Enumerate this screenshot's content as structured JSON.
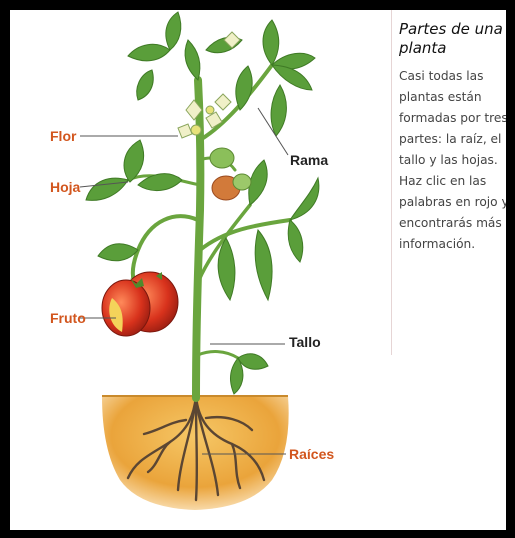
{
  "sidebar": {
    "title": "Partes de una planta",
    "description": "Casi todas las plantas están formadas por tres partes: la raíz, el tallo y las hojas. Haz clic en las palabras en rojo y encontrarás más información."
  },
  "labels": {
    "flor": "Flor",
    "hoja": "Hoja",
    "fruto": "Fruto",
    "rama": "Rama",
    "tallo": "Tallo",
    "raices": "Raíces"
  },
  "colors": {
    "clickable_label": "#d2561e",
    "static_label": "#222222",
    "soil": "#e8a53a",
    "leaf": "#5a9e3a",
    "fruit": "#d8321c"
  }
}
